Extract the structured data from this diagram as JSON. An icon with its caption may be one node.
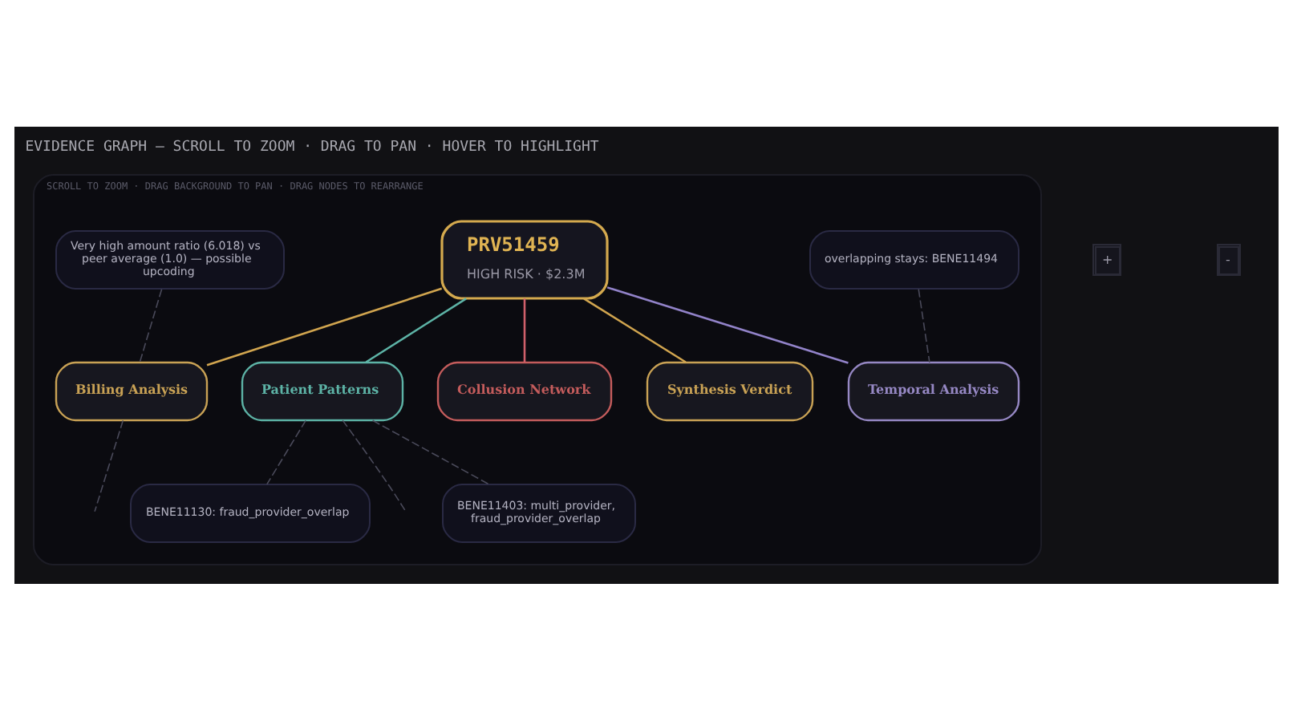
{
  "diagram": {
    "title": "EVIDENCE GRAPH — SCROLL TO ZOOM · DRAG TO PAN · HOVER TO HIGHLIGHT",
    "nodes": [
      {
        "text": [
          "SCROLL TO ZOOM · DRAG BACKGROUND TO PAN · DRAG NODES TO REARRANGE"
        ]
      },
      {
        "text": [
          "BENE11403: multi_provider, fraud_provider_overlap"
        ],
        "in": 0
      },
      {
        "text": [
          "Patient Patterns"
        ],
        "in": 0
      },
      {
        "text": [
          "BENE11130: fraud_provider_overlap"
        ],
        "in": 0
      },
      {
        "text": [
          "PRV51459",
          "HIGH RISK · $2.3M"
        ],
        "in": 0
      },
      {
        "text": [
          "Very high amount ratio (6.018) vs peer average (1.0) — possible upcoding"
        ],
        "in": 0
      },
      {
        "text": [
          "Billing Analysis"
        ],
        "in": 0
      },
      {
        "text": [
          "overlapping stays: BENE11494"
        ],
        "in": 0
      },
      {
        "text": [
          "Synthesis Verdict"
        ],
        "in": 0
      },
      {
        "text": [
          "Temporal Analysis"
        ],
        "in": 0
      },
      {
        "text": [
          "Collusion Network"
        ],
        "in": 0
      }
    ],
    "edges": [
      {
        "from": 4,
        "to": 2,
        "arrow": "none",
        "color": "#5db3a6"
      },
      {
        "from": 4,
        "to": 6,
        "arrow": "none",
        "color": "#d1a54f"
      },
      {
        "from": 4,
        "to": 8,
        "arrow": "none",
        "color": "#d1a54f"
      },
      {
        "from": 4,
        "to": 9,
        "arrow": "none",
        "color": "#9283c9"
      },
      {
        "from": 4,
        "to": 10,
        "arrow": "none",
        "color": "#d0606a"
      },
      {
        "from": 2,
        "to": 1,
        "arrow": "none",
        "style": "dashed"
      },
      {
        "from": 2,
        "to": 3,
        "arrow": "none",
        "style": "dashed"
      },
      {
        "from": 2,
        "to": null,
        "arrow": "none",
        "style": "dashed"
      },
      {
        "from": 5,
        "to": 6,
        "arrow": "none",
        "style": "dashed"
      },
      {
        "from": 7,
        "to": 9,
        "arrow": "none",
        "style": "dashed"
      },
      {
        "from": 6,
        "to": null,
        "arrow": "none",
        "style": "dashed"
      }
    ],
    "labels": [
      "+",
      "-"
    ]
  }
}
